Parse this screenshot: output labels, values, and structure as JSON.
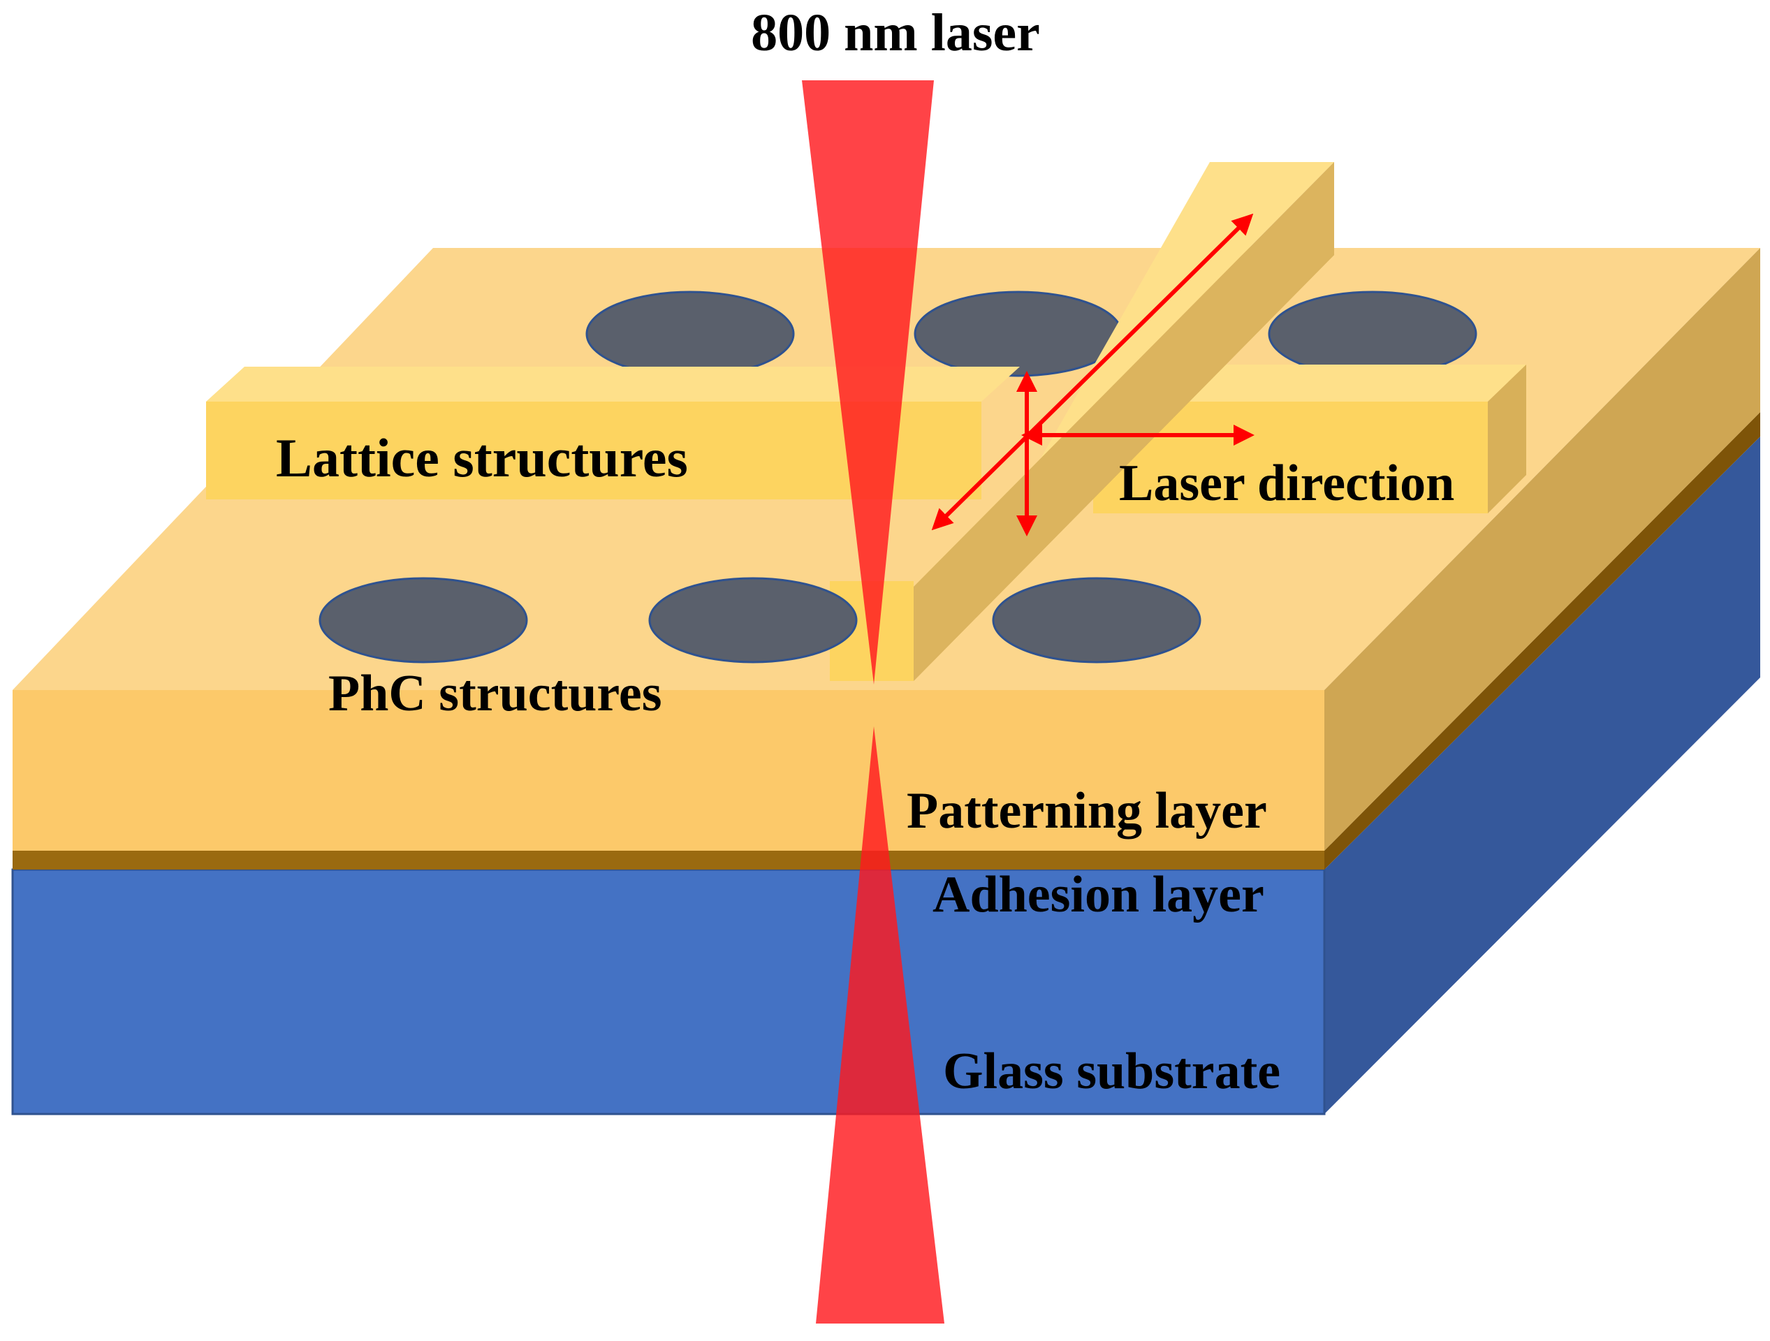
{
  "labels": {
    "laser_source": "800 nm laser",
    "lattice": "Lattice structures",
    "laser_direction": "Laser direction",
    "phc": "PhC structures",
    "patterning_layer": "Patterning layer",
    "adhesion_layer": "Adhesion layer",
    "glass_substrate": "Glass substrate"
  },
  "colors": {
    "patterning_top": "#fcd68c",
    "patterning_front": "#fcc96a",
    "patterning_side": "#cfa653",
    "lattice_bar_front": "#fdd460",
    "lattice_bar_top": "#fee08a",
    "lattice_bar_side": "#d8b059",
    "adhesion": "#9a6a10",
    "glass_front": "#4472c4",
    "glass_side": "#35589b",
    "holes": "#5a606c",
    "laser_beam": "#ff3336",
    "arrows": "#ff0000",
    "text": "#000000"
  },
  "icons": {
    "direction_arrows": "four-way-arrow-icon"
  }
}
